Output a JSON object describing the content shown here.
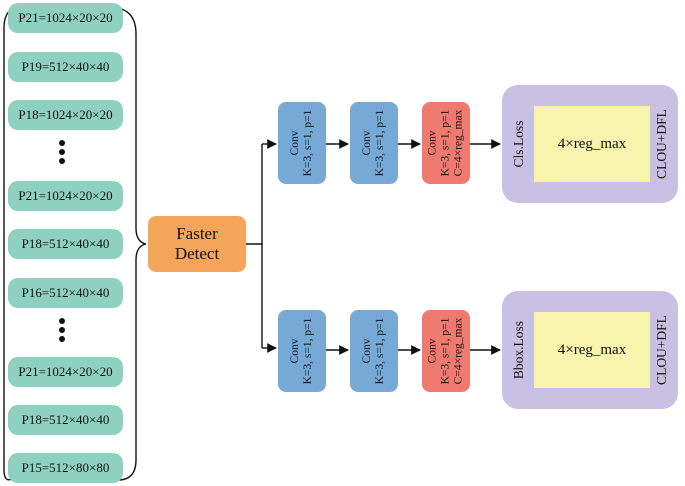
{
  "features_group1": [
    "P21=1024×20×20",
    "P19=512×40×40",
    "P18=1024×20×20"
  ],
  "features_group2": [
    "P21=1024×20×20",
    "P18=512×40×40",
    "P16=512×40×40"
  ],
  "features_group3": [
    "P21=1024×20×20",
    "P18=512×40×40",
    "P15=512×80×80"
  ],
  "faster_detect": {
    "line1": "Faster",
    "line2": "Detect"
  },
  "conv": {
    "title": "Conv",
    "params": "K=3, s=1, p=1",
    "channels_out": "C=4×reg_max"
  },
  "cls_head": {
    "loss_label": "Cls.Loss",
    "inner_label": "4×reg_max",
    "side_label": "CLOU+DFL"
  },
  "bbox_head": {
    "loss_label": "Bbox.Loss",
    "inner_label": "4×reg_max",
    "side_label": "CLOU+DFL"
  }
}
